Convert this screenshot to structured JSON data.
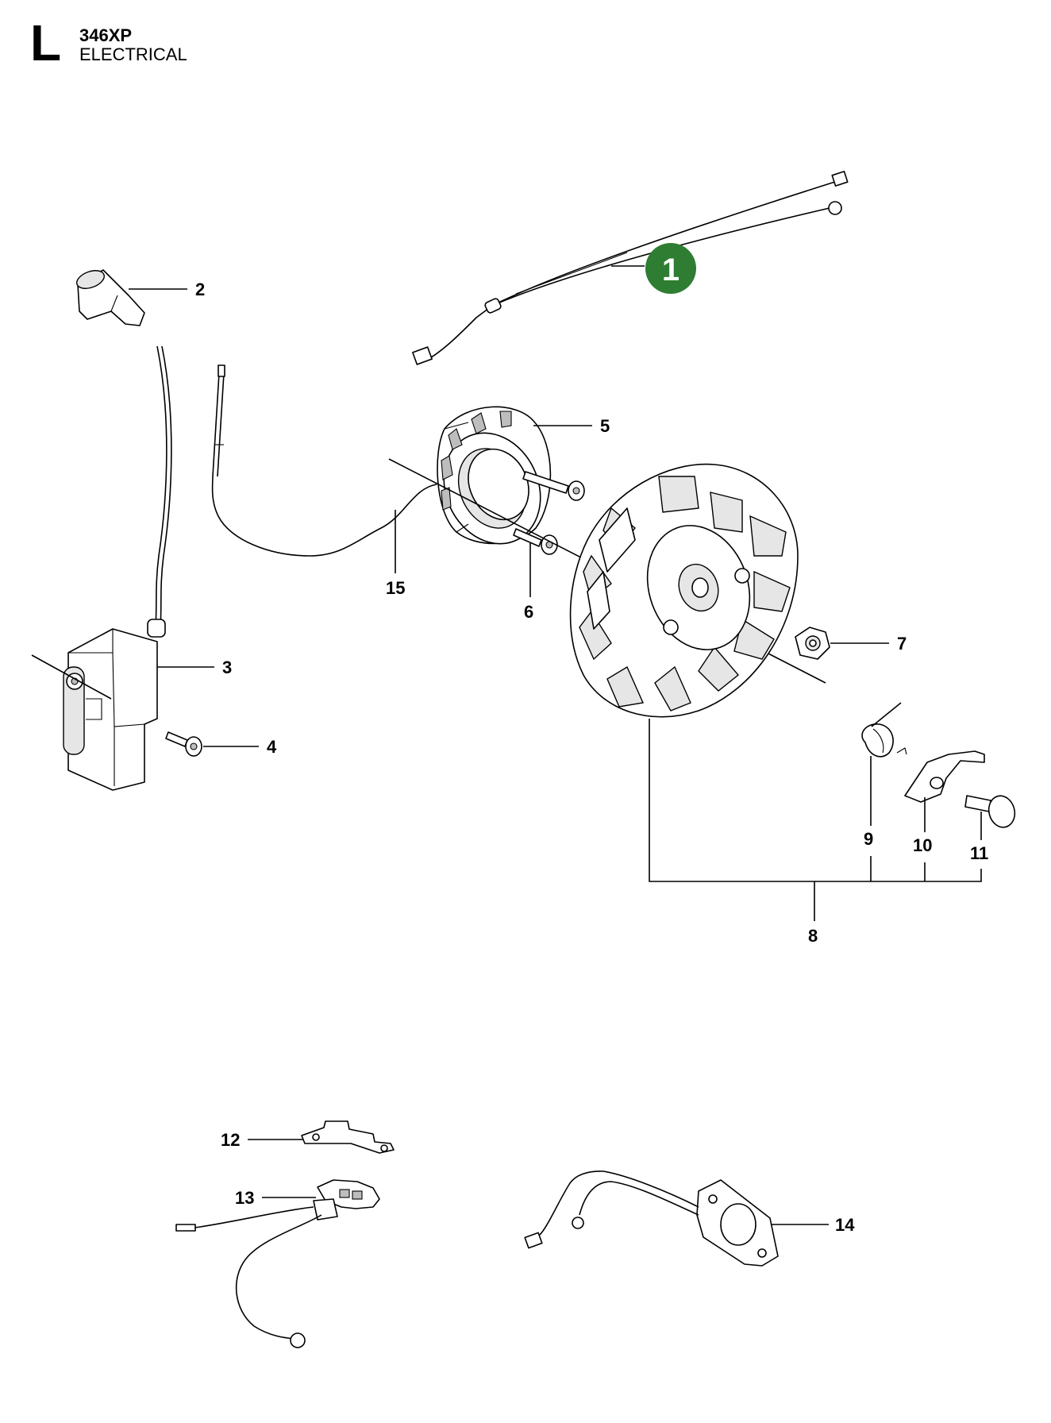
{
  "header": {
    "section_letter": "L",
    "model": "346XP",
    "section_name": "ELECTRICAL"
  },
  "highlight": {
    "label": "1",
    "color": "#2e7d32",
    "text_color": "#ffffff"
  },
  "callouts": {
    "c2": "2",
    "c3": "3",
    "c4": "4",
    "c5": "5",
    "c6": "6",
    "c7": "7",
    "c8": "8",
    "c9": "9",
    "c10": "10",
    "c11": "11",
    "c12": "12",
    "c13": "13",
    "c14": "14",
    "c15": "15"
  }
}
